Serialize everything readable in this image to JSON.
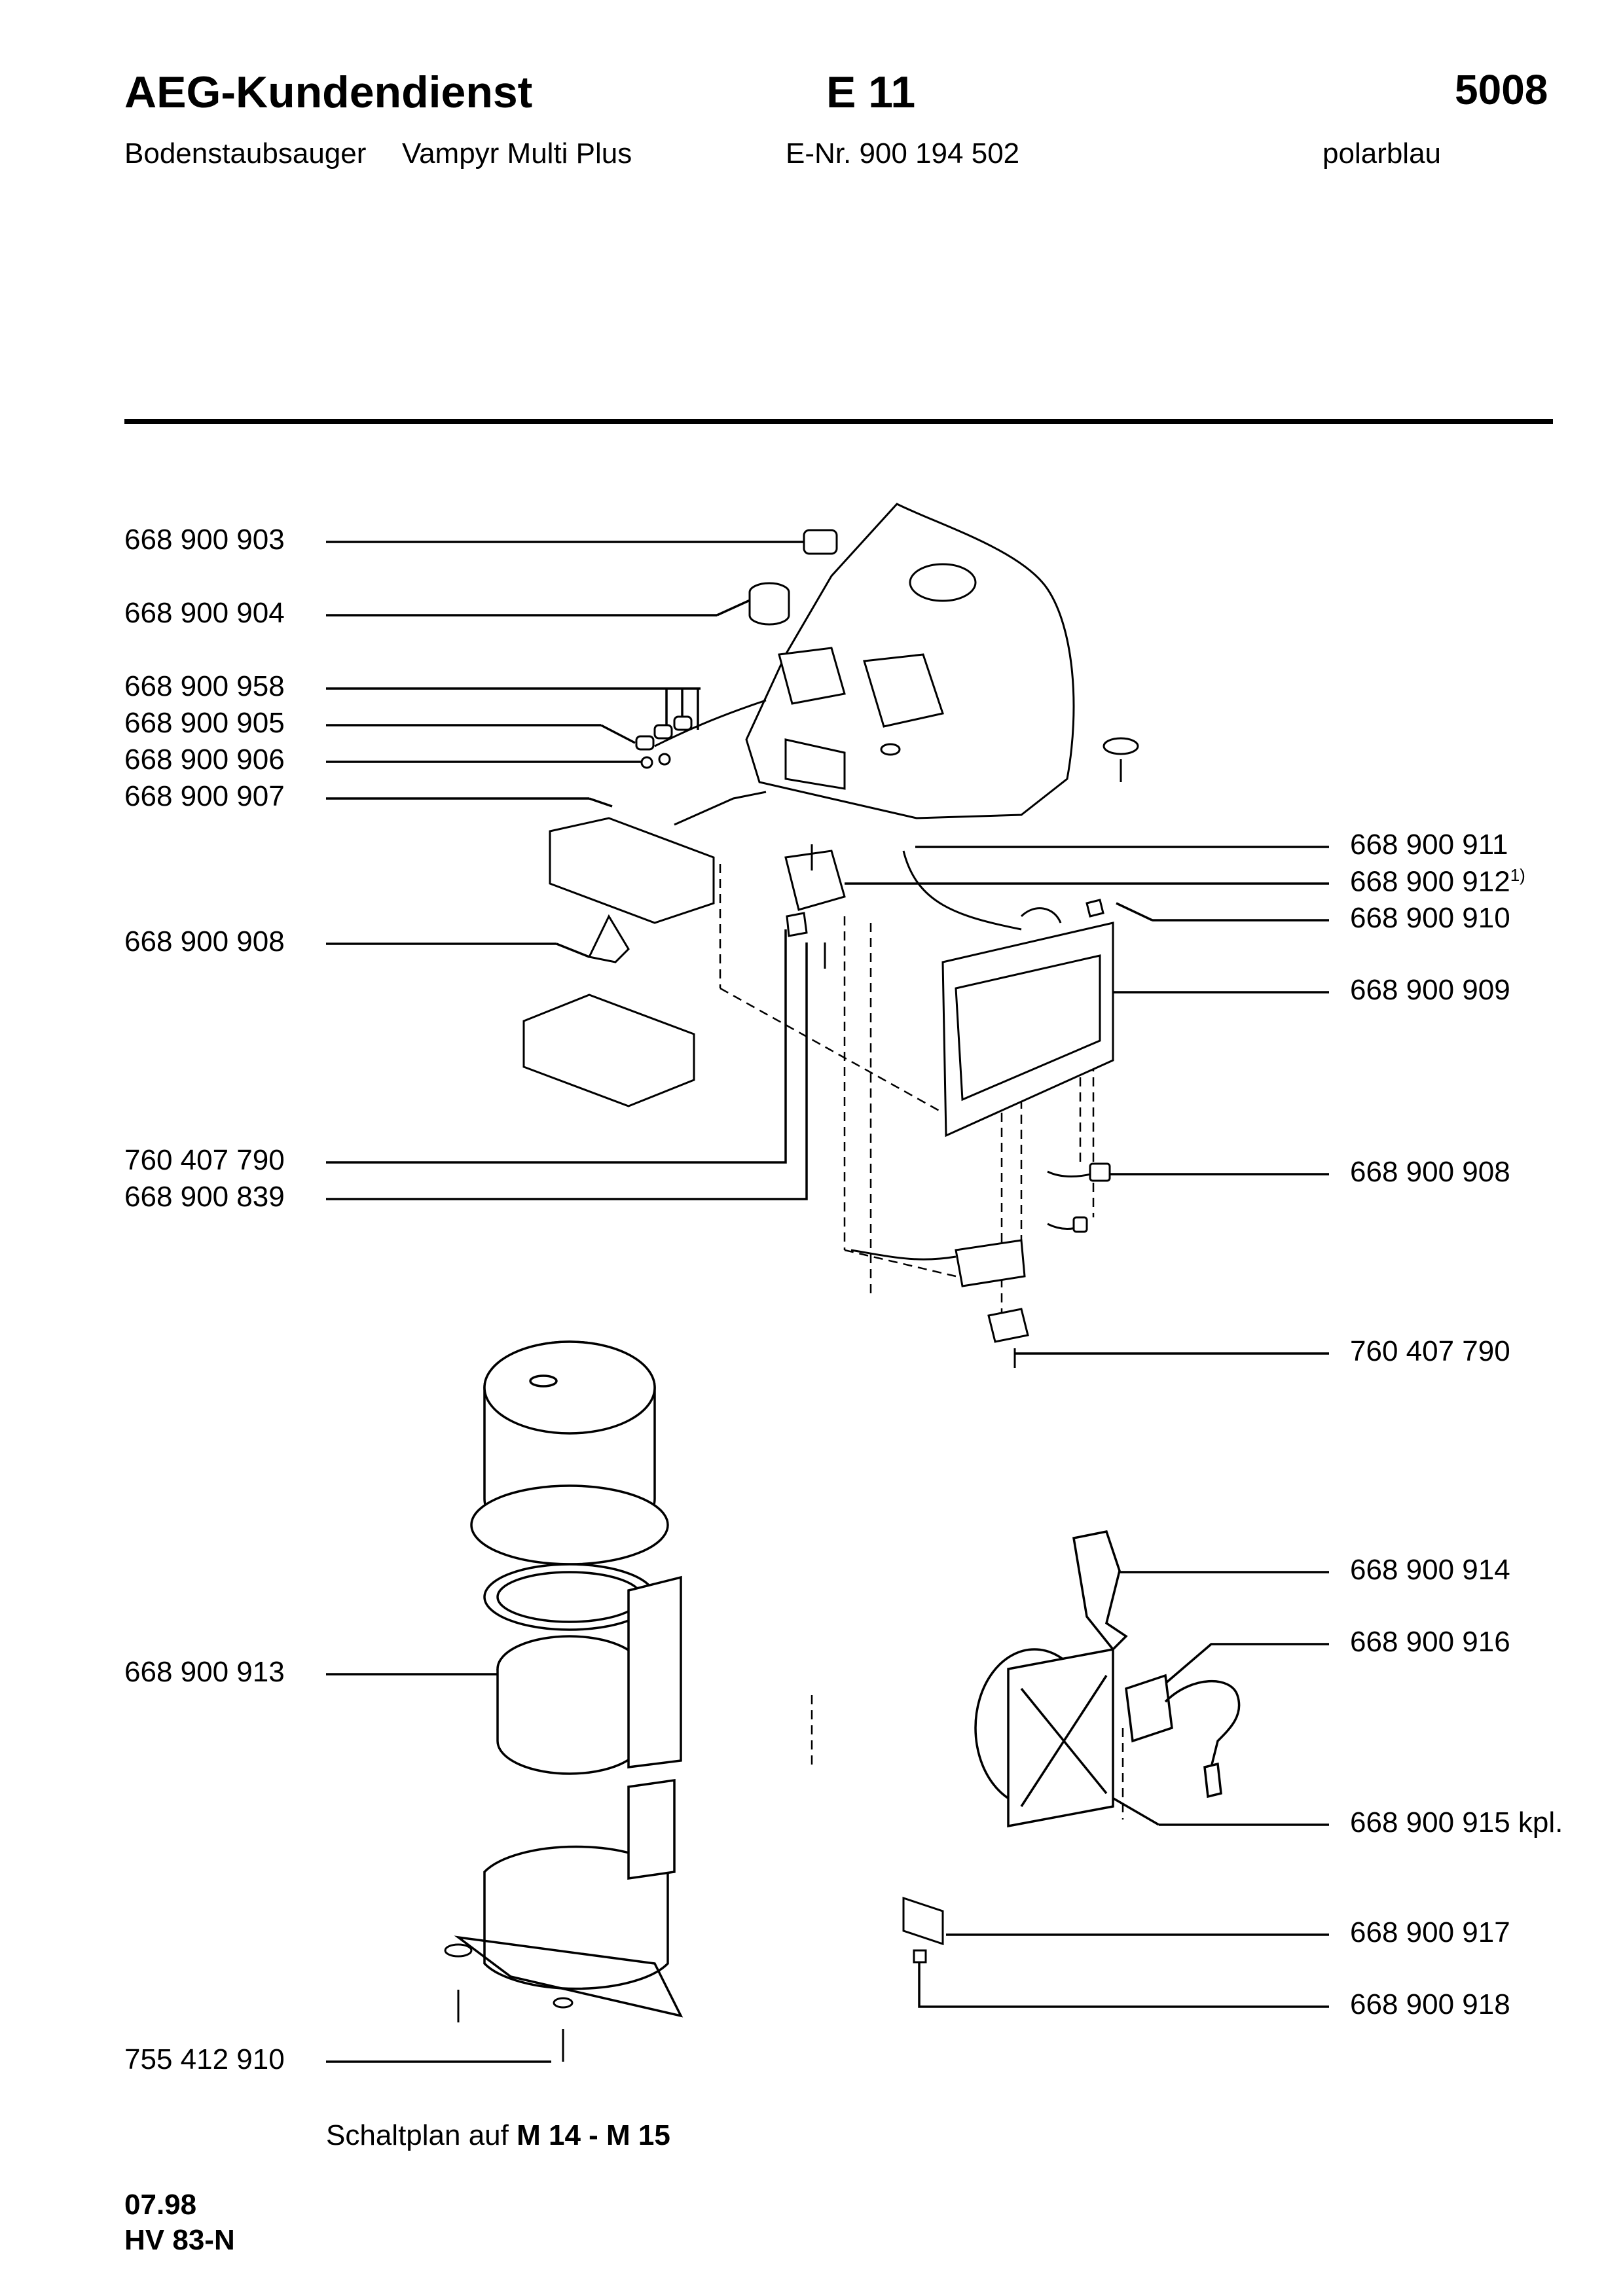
{
  "header": {
    "company": "AEG-Kundendienst",
    "section": "E 11",
    "page_number": "5008",
    "product_type": "Bodenstaubsauger",
    "model": "Vampyr Multi Plus",
    "enr": "E-Nr. 900 194 502",
    "color": "polarblau"
  },
  "parts_left": [
    "668 900 903",
    "668 900 904",
    "668 900 958",
    "668 900 905",
    "668 900 906",
    "668 900 907",
    "668 900 908",
    "760 407 790",
    "668 900 839",
    "668 900 913",
    "755 412 910"
  ],
  "parts_right": [
    "668 900 911",
    "668 900 912",
    "668 900 910",
    "668 900 909",
    "668 900 908",
    "760 407 790",
    "668 900 914",
    "668 900 916",
    "668 900 915 kpl.",
    "668 900 917",
    "668 900 918"
  ],
  "footnote_mark": "1)",
  "footer": {
    "schaltplan_prefix": "Schaltplan auf",
    "schaltplan_ref": "M 14 - M 15",
    "date": "07.98",
    "code": "HV 83-N"
  }
}
